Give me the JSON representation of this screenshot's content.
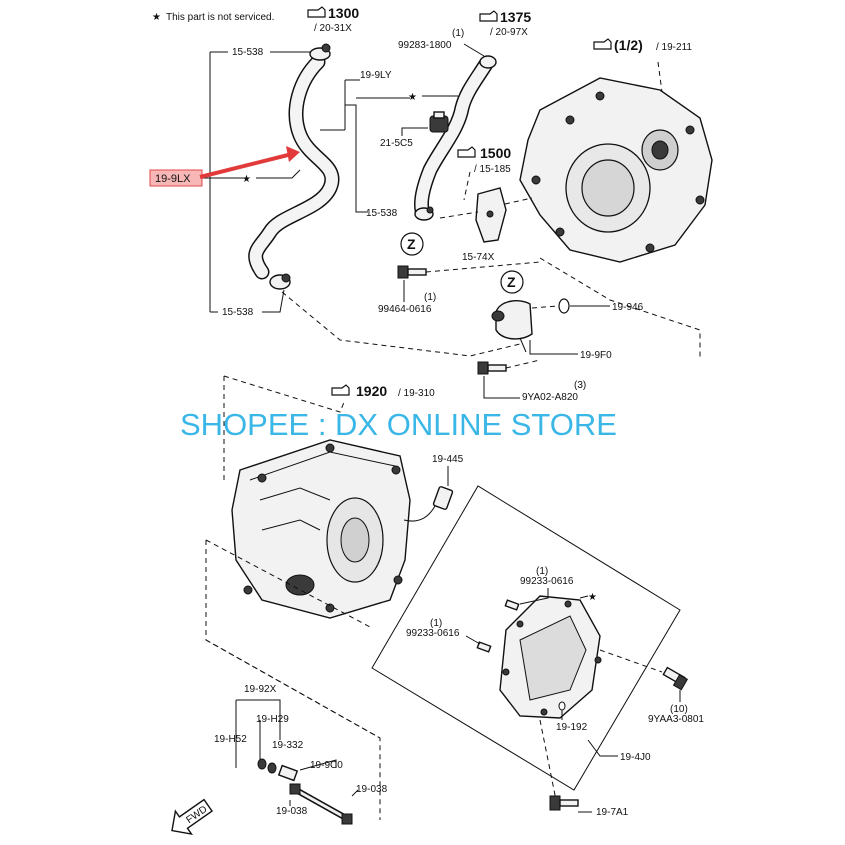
{
  "note": {
    "star": "★",
    "text": "This part is not serviced."
  },
  "refs": {
    "r1300": {
      "num": "1300",
      "sub": "/ 20-31X"
    },
    "r1375": {
      "num": "1375",
      "sub": "/ 20-97X"
    },
    "r12": {
      "num": "(1/2)",
      "sub": "/ 19-211"
    },
    "r1500": {
      "num": "1500",
      "sub": "/ 15-185"
    },
    "r1920": {
      "num": "1920",
      "sub": "/ 19-310"
    }
  },
  "labels": {
    "p15538a": "15-538",
    "p199ly": "19-9LY",
    "p99283": "99283-1800",
    "p99283q": "(1)",
    "p215c5": "21-5C5",
    "p199lx": "19-9LX",
    "p15538b": "15-538",
    "p1574x": "15-74X",
    "p15538c": "15-538",
    "p99464": "99464-0616",
    "p99464q": "(1)",
    "p19946": "19-946",
    "p199f0": "19-9F0",
    "p9ya02": "9YA02-A820",
    "p9ya02q": "(3)",
    "p19445": "19-445",
    "p99233a": "99233-0616",
    "p99233aq": "(1)",
    "p99233b": "99233-0616",
    "p99233bq": "(1)",
    "p9yaa3": "9YAA3-0801",
    "p9yaa3q": "(10)",
    "p19192": "19-192",
    "p194j0": "19-4J0",
    "p197a1": "19-7A1",
    "p1992x": "19-92X",
    "p19h29": "19-H29",
    "p19h52": "19-H52",
    "p19332": "19-332",
    "p199c0": "19-9C0",
    "p19038a": "19-038",
    "p19038b": "19-038",
    "z1": "Z",
    "z2": "Z",
    "fwd": "FWD",
    "star": "★"
  },
  "watermark": "SHOPEE : DX ONLINE STORE",
  "colors": {
    "watermark": "#3ab7e6",
    "highlight_fill": "#f7b7b7",
    "highlight_border": "#e04848",
    "arrow": "#e23a3a"
  }
}
